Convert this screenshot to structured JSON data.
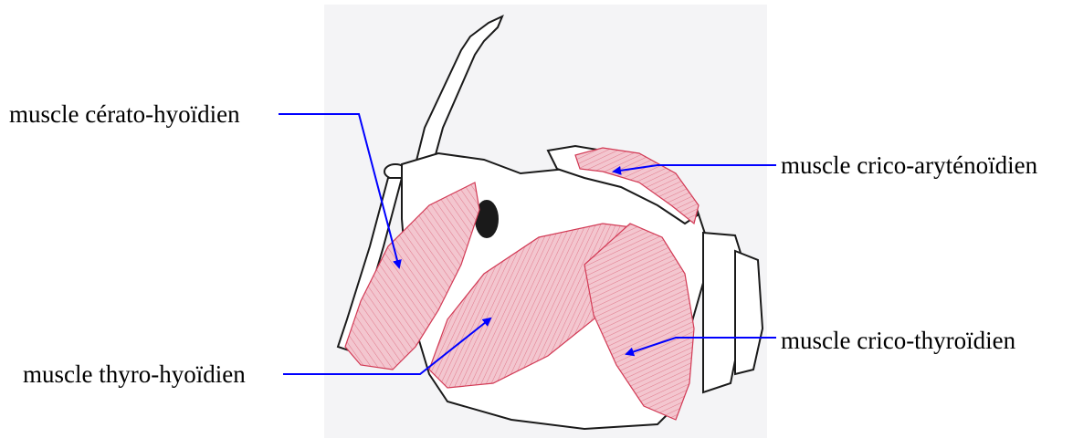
{
  "labels": {
    "cerato_hyoidien": "muscle cérato-hyoïdien",
    "thyro_hyoidien": "muscle thyro-hyoïdien",
    "crico_arytenoidien": "muscle crico-aryténoïdien",
    "crico_thyroidien": "muscle crico-thyroïdien"
  },
  "colors": {
    "leader_line": "#0000ff",
    "muscle_fill": "#f3c6cf",
    "muscle_stroke": "#d23a55",
    "outline": "#1a1a1a",
    "paper": "#f4f4f6"
  }
}
